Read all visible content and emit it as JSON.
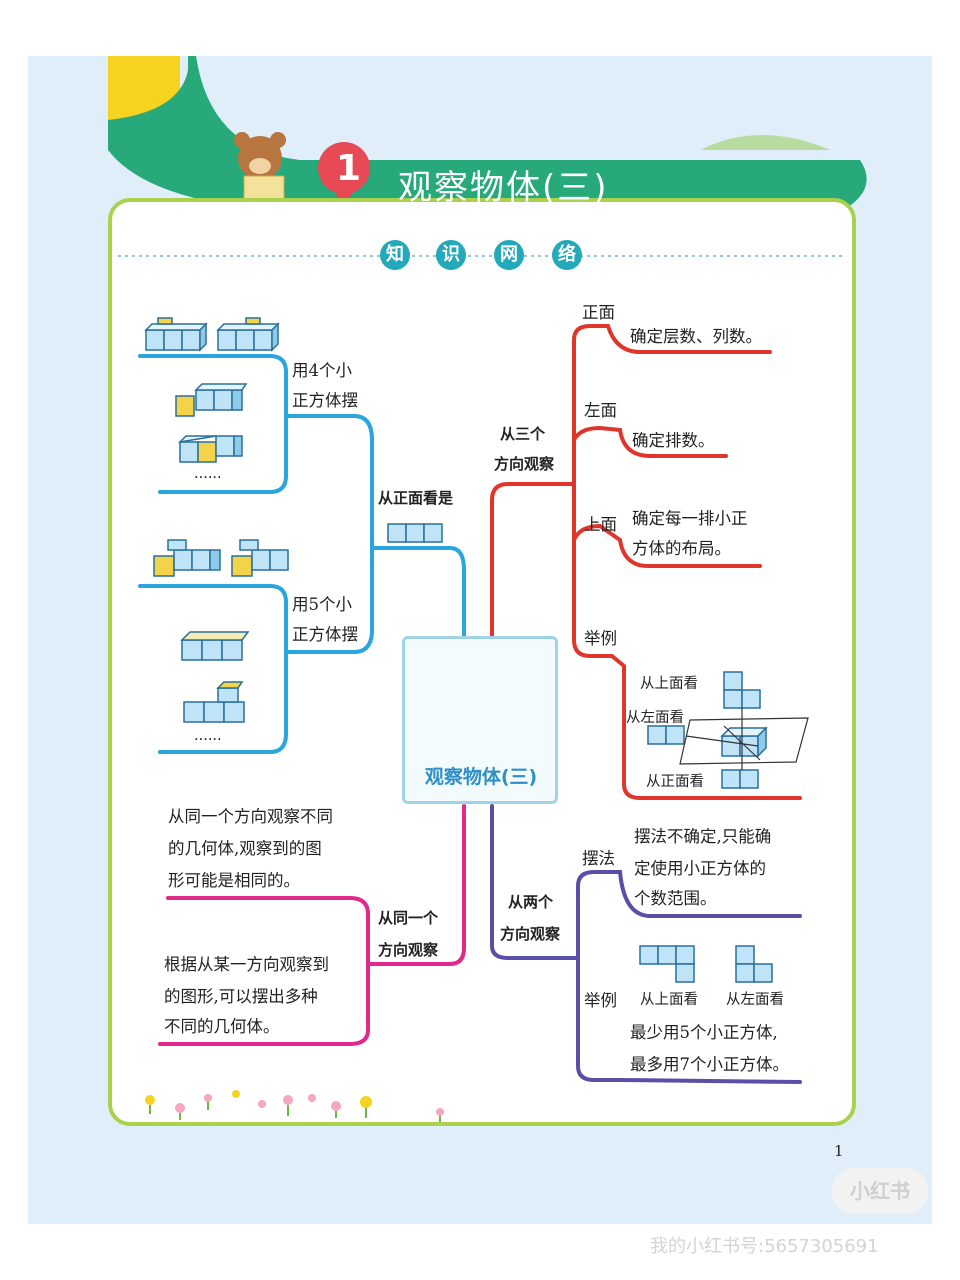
{
  "header": {
    "chapter_number": "1",
    "title": "观察物体(三)"
  },
  "section_title": [
    "知",
    "识",
    "网",
    "络"
  ],
  "center": {
    "label": "观察物体(三)"
  },
  "front_view": {
    "branch_label": "从正面看是",
    "four_cubes": {
      "line1": "用4个小",
      "line2": "正方体摆",
      "dots": "......"
    },
    "five_cubes": {
      "line1": "用5个小",
      "line2": "正方体摆",
      "dots": "......"
    }
  },
  "three_directions": {
    "branch_line1": "从三个",
    "branch_line2": "方向观察",
    "front": {
      "label": "正面",
      "text": "确定层数、列数。"
    },
    "left": {
      "label": "左面",
      "text": "确定排数。"
    },
    "top": {
      "label": "上面",
      "line1": "确定每一排小正",
      "line2": "方体的布局。"
    },
    "example": {
      "label": "举例",
      "from_top": "从上面看",
      "from_left": "从左面看",
      "from_front": "从正面看"
    }
  },
  "same_direction": {
    "branch_line1": "从同一个",
    "branch_line2": "方向观察",
    "note1": [
      "从同一个方向观察不同",
      "的几何体,观察到的图",
      "形可能是相同的。"
    ],
    "note2": [
      "根据从某一方向观察到",
      "的图形,可以摆出多种",
      "不同的几何体。"
    ]
  },
  "two_directions": {
    "branch_line1": "从两个",
    "branch_line2": "方向观察",
    "placement": {
      "label": "摆法",
      "lines": [
        "摆法不确定,只能确",
        "定使用小正方体的",
        "个数范围。"
      ]
    },
    "example": {
      "label": "举例",
      "from_top": "从上面看",
      "from_left": "从左面看",
      "lines": [
        "最少用5个小正方体,",
        "最多用7个小正方体。"
      ]
    }
  },
  "page_number": "1",
  "watermark": {
    "badge": "小红书",
    "text": "我的小红书号:5657305691"
  },
  "colors": {
    "panel_border": "#a9d14c",
    "title_band": "#27a97a",
    "blue_branch": "#2aa6dc",
    "red_branch": "#e0352b",
    "purple_branch": "#5a4fa8",
    "magenta_branch": "#e02a8a",
    "cube_blue": "#bfe3f7",
    "cube_yellow": "#f2d34a"
  }
}
